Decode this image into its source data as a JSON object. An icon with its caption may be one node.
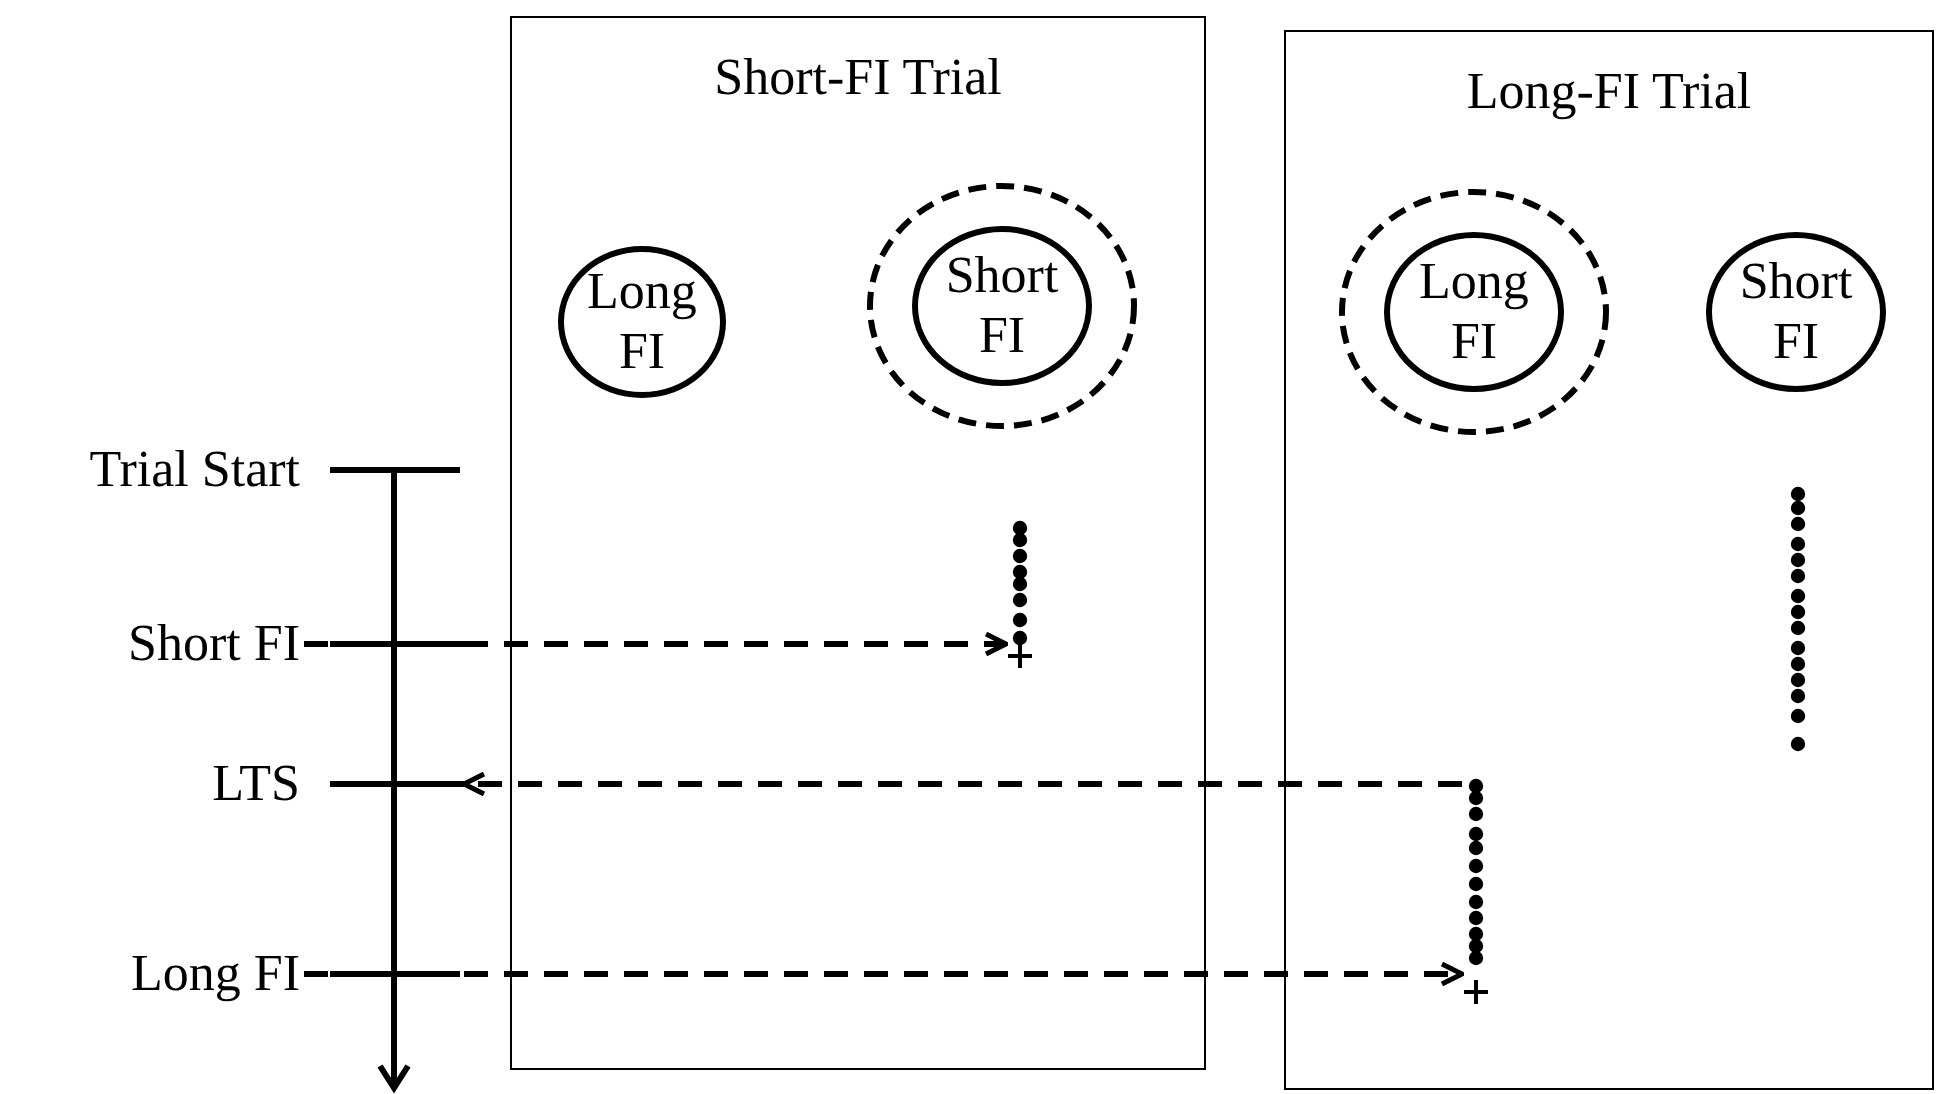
{
  "diagram": {
    "nodes": [
      {
        "text": [
          "Short-FI Trial"
        ]
      },
      {
        "text": [
          "Long FI"
        ],
        "in": 0
      },
      {
        "text": [],
        "shape": "circle",
        "in": 0
      },
      {
        "text": [
          "Short FI"
        ],
        "in": 2
      },
      {
        "text": [
          "Long-FI Trial"
        ]
      },
      {
        "text": [],
        "shape": "circle",
        "in": 4
      },
      {
        "text": [
          "Long FI"
        ],
        "in": 5
      },
      {
        "text": [
          "Short FI"
        ],
        "in": 4
      },
      {
        "text": [
          "Short FI"
        ]
      },
      {
        "text": [
          "LTS"
        ]
      },
      {
        "text": [
          "Long FI"
        ]
      },
      {
        "text": [],
        "shape": "bar",
        "in": 0
      },
      {
        "text": [],
        "shape": "bar",
        "in": 4
      },
      {
        "text": [],
        "shape": "bar",
        "in": 4
      }
    ],
    "edges": [
      {
        "from": 8,
        "to": 11,
        "arrow": "to",
        "style": "dashed"
      },
      {
        "from": 12,
        "to": 9,
        "arrow": "to",
        "style": "dashed"
      },
      {
        "from": 10,
        "to": 12,
        "arrow": "to",
        "style": "dashed"
      }
    ],
    "labels": [
      "Trial Start"
    ]
  }
}
